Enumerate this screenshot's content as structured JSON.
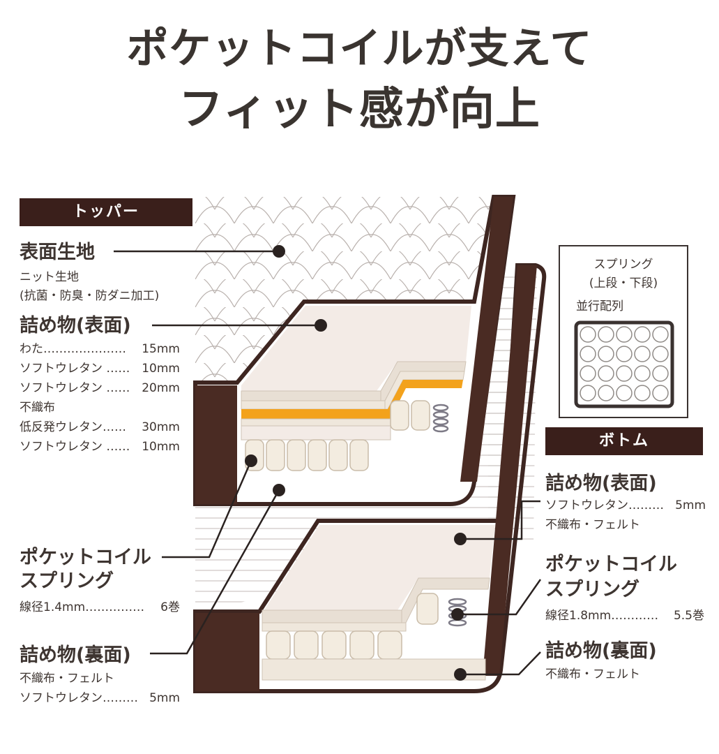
{
  "title": {
    "line1": "ポケットコイルが支えて",
    "line2": "フィット感が向上"
  },
  "topper": {
    "tag": "トッパー",
    "surface": {
      "heading": "表面生地",
      "lines": [
        "ニット生地",
        "(抗菌・防臭・防ダニ加工)"
      ]
    },
    "filling_top": {
      "heading": "詰め物(表面)",
      "items": [
        {
          "name": "わた…………………",
          "value": "15mm"
        },
        {
          "name": "ソフトウレタン ……",
          "value": "10mm"
        },
        {
          "name": "ソフトウレタン ……",
          "value": "20mm"
        },
        {
          "name": "不織布",
          "value": ""
        },
        {
          "name": "低反発ウレタン……",
          "value": "30mm"
        },
        {
          "name": "ソフトウレタン ……",
          "value": "10mm"
        }
      ]
    },
    "coil": {
      "heading_line1": "ポケットコイル",
      "heading_line2": "スプリング",
      "spec_name": "線径1.4mm……………",
      "spec_value": "6巻"
    },
    "filling_back": {
      "heading": "詰め物(裏面)",
      "items": [
        {
          "name": "不織布・フェルト",
          "value": ""
        },
        {
          "name": "ソフトウレタン………",
          "value": "5mm"
        }
      ]
    }
  },
  "inset": {
    "line1": "スプリング",
    "line2": "(上段・下段)",
    "line3": "並行配列"
  },
  "bottom": {
    "tag": "ボトム",
    "filling_top": {
      "heading": "詰め物(表面)",
      "items": [
        {
          "name": "ソフトウレタン………",
          "value": "5mm"
        },
        {
          "name": "不織布・フェルト",
          "value": ""
        }
      ]
    },
    "coil": {
      "heading_line1": "ポケットコイル",
      "heading_line2": "スプリング",
      "spec_name": "線径1.8mm…………",
      "spec_value": "5.5巻"
    },
    "filling_back": {
      "heading": "詰め物(裏面)",
      "items": [
        {
          "name": "不織布・フェルト",
          "value": ""
        }
      ]
    }
  },
  "colors": {
    "frame": "#3e2621",
    "tag_bg": "#3a1f1b",
    "cream": "#f3ebe6",
    "orange": "#f3a21c",
    "text": "#3e3531"
  }
}
